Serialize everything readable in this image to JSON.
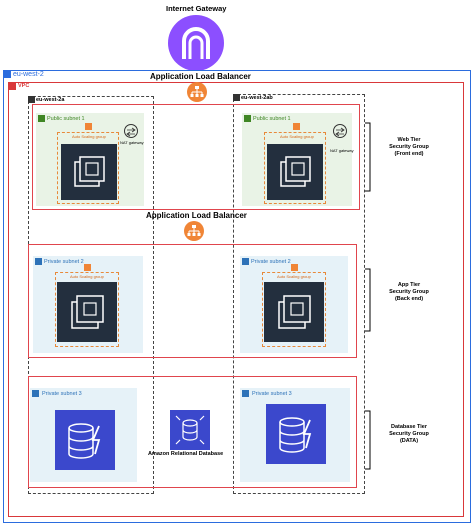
{
  "title": {
    "internet_gateway": "Internet Gateway"
  },
  "region": {
    "label": "eu-west-2"
  },
  "vpc": {
    "label": "VPC"
  },
  "alb": {
    "top_label": "Application Load Balancer",
    "mid_label": "Application Load Balancer"
  },
  "azs": [
    {
      "label": "eu-west-2a"
    },
    {
      "label": "eu-west-2ab"
    }
  ],
  "subnets": {
    "public_left": "Public subnet 1",
    "public_right": "Public subnet 1",
    "private2_left": "Private subnet 2",
    "private2_right": "Private subnet 2",
    "private3_left": "Private subnet 3",
    "private3_right": "Private subnet 3"
  },
  "asg": {
    "pub_left": "Auto Scaling group",
    "pub_right": "Auto Scaling group",
    "priv_left": "Auto Scaling group",
    "priv_right": "Auto Scaling group"
  },
  "nat": {
    "left": "NAT gateway",
    "right": "NAT gateway"
  },
  "rds": {
    "label": "Amazon Relational Database"
  },
  "tiers": {
    "web": [
      "Web Tier",
      "Security Group",
      "(Front end)"
    ],
    "app": [
      "App Tier",
      "Security Group",
      "(Back end)"
    ],
    "db": [
      "Database Tier",
      "Security Group",
      "(DATA)"
    ]
  },
  "colors": {
    "region": "#2b6cde",
    "vpc": "#d9383a",
    "security_group": "#e0454d",
    "alb": "#f08536",
    "ec2_bg": "#232f3e",
    "dynamodb": "#3b48cc"
  }
}
